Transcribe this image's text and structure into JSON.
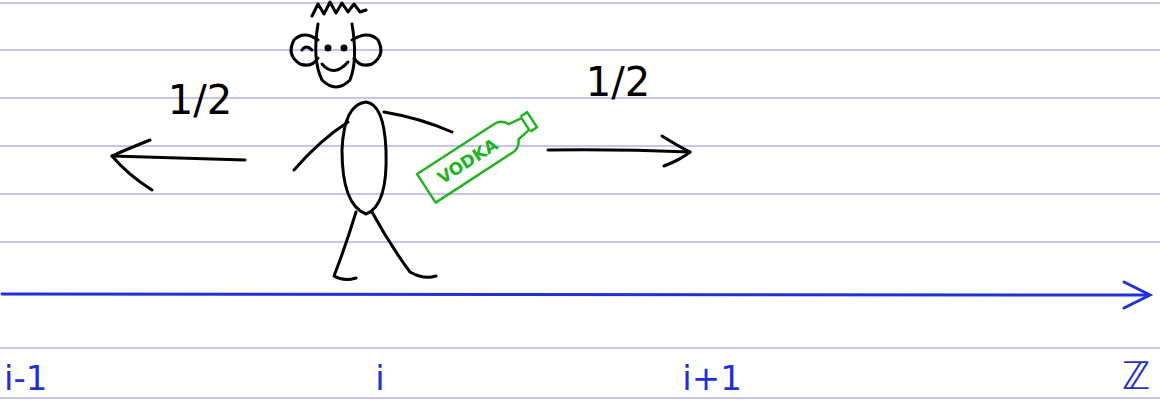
{
  "diagram": {
    "labels": [
      "1/2",
      "1/2",
      "VODKA",
      "i-1",
      "i",
      "i+1",
      "ℤ"
    ]
  }
}
